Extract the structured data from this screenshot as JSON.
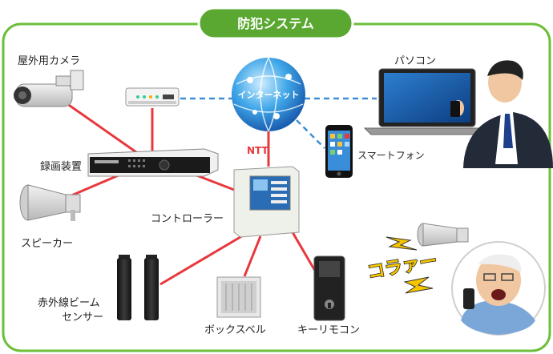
{
  "title": "防犯システム",
  "labels": {
    "outdoor_camera": "屋外用カメラ",
    "recorder": "録画装置",
    "speaker": "スピーカー",
    "beam_sensor_1": "赤外線ビーム",
    "beam_sensor_2": "センサー",
    "controller": "コントローラー",
    "box_bell": "ボックスベル",
    "key_remote": "キーリモコン",
    "internet": "インターネット",
    "ntt": "NTT",
    "pc": "パソコン",
    "smartphone": "スマートフォン",
    "shout": "コラァー"
  },
  "colors": {
    "frame_green": "#6bbf3a",
    "title_green": "#4fa82a",
    "line_red": "#e8383d",
    "line_blue": "#3d8ed6"
  }
}
